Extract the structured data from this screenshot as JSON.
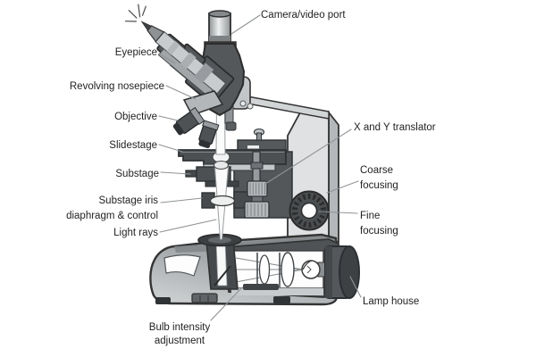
{
  "figure": {
    "background": "#ffffff"
  },
  "labels": {
    "camera_video_port": "Camera/video port",
    "eyepiece": "Eyepiece",
    "revolving_nosepiece": "Revolving nosepiece",
    "objective": "Objective",
    "slidestage": "Slidestage",
    "substage": "Substage",
    "substage_iris_line1": "Substage iris",
    "substage_iris_line2": "diaphragm & control",
    "light_rays": "Light rays",
    "x_and_y_translator": "X and Y translator",
    "coarse_focusing_line1": "Coarse",
    "coarse_focusing_line2": "focusing",
    "fine_focusing_line1": "Fine",
    "fine_focusing_line2": "focusing",
    "lamp_house": "Lamp house",
    "bulb_intensity_line1": "Bulb intensity",
    "bulb_intensity_line2": "adjustment"
  },
  "colors": {
    "ink": "#1f1f1f",
    "outline": "#2e3234",
    "dark_gray": "#53575a",
    "mid_gray": "#9aa0a3",
    "light_gray": "#c9cdcf",
    "leader_line": "#8f9396",
    "highlight": "#ffffff"
  }
}
